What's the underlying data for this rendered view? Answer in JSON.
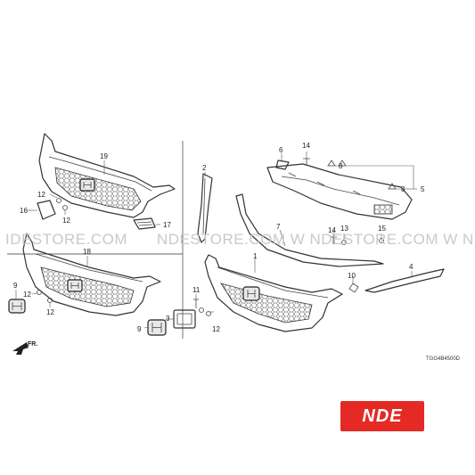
{
  "watermark": "NDESTORE.COM W NDESTORE.COM W NDESTORE.C",
  "watermark_left": "IDESTORE.COM",
  "diagram_code": "TGG4B4500D",
  "fr_label": "FR.",
  "logo": "NDE",
  "callouts": {
    "c1": "1",
    "c2": "2",
    "c3": "3",
    "c4": "4",
    "c5": "5",
    "c6": "6",
    "c7": "7",
    "c8a": "8",
    "c8b": "8",
    "c9a": "9",
    "c9b": "9",
    "c10": "10",
    "c11": "11",
    "c12a": "12",
    "c12b": "12",
    "c12c": "12",
    "c12d": "12",
    "c12e": "12",
    "c13": "13",
    "c14a": "14",
    "c14b": "14",
    "c15": "15",
    "c16": "16",
    "c17": "17",
    "c18": "18",
    "c19": "19"
  },
  "colors": {
    "logo_bg": "#e52a26",
    "line": "#333333",
    "watermark": "#c9c9c9"
  }
}
